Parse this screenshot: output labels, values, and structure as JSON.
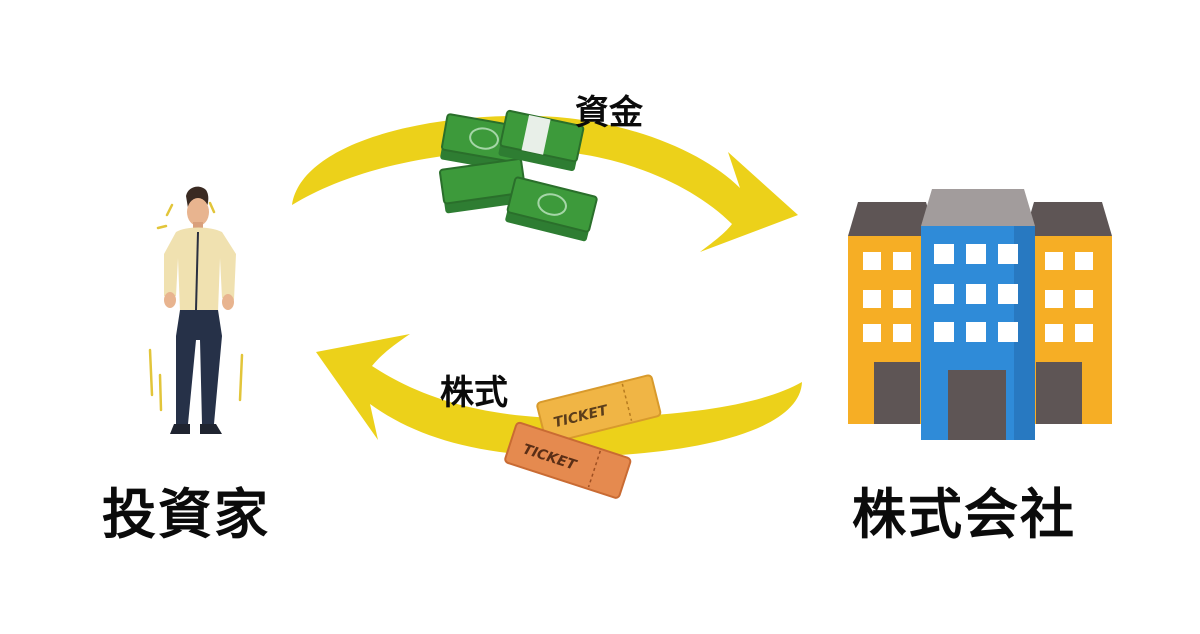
{
  "labels": {
    "funds": "資金",
    "stock": "株式",
    "investor": "投資家",
    "company": "株式会社"
  },
  "tickets": {
    "text": "TICKET"
  },
  "icons": {
    "investor": "man-standing-icon",
    "company": "office-building-icon",
    "money": "yen-banknotes-icon",
    "stock": "ticket-icon"
  },
  "colors": {
    "arrow": "#ecd11a",
    "money": "#3d9a3b",
    "ticket_gold": "#f0b545",
    "ticket_orange": "#e58a4f",
    "building_side": "#f6ae25",
    "building_center": "#2f8bd8",
    "building_roof": "#5e5555",
    "text": "#0b0b0b"
  }
}
